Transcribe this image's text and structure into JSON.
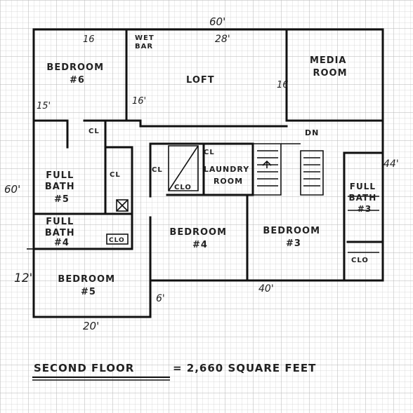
{
  "colors": {
    "grid": "#c9c9c9",
    "ink": "#111111",
    "paper": "#ffffff"
  },
  "dims": {
    "top_60": "60'",
    "top_28": "28'",
    "top_16": "16",
    "left_15": "15'",
    "loft_16": "16'",
    "media_16": "16",
    "left_60": "60'",
    "right_44": "44'",
    "left_12": "12'",
    "mid_6": "6'",
    "bot_40": "40'",
    "bot_20": "20'"
  },
  "rooms": {
    "bedroom6": [
      "BEDROOM",
      "#6"
    ],
    "wetbar": [
      "WET",
      "BAR"
    ],
    "loft": "LOFT",
    "media": [
      "MEDIA",
      "ROOM"
    ],
    "dn": "DN",
    "cl1": "CL",
    "cl2": "CL",
    "cl3": "CL",
    "cl4": "CL",
    "clo1": "CLO",
    "clo2": "CLO",
    "clo3": "CLO",
    "laundry": [
      "LAUNDRY",
      "ROOM"
    ],
    "fullbath5": [
      "FULL",
      "BATH",
      "#5"
    ],
    "fullbath4": [
      "FULL",
      "BATH",
      "#4"
    ],
    "fullbath3": [
      "FULL",
      "BATH",
      "#3"
    ],
    "bedroom4": [
      "BEDROOM",
      "#4"
    ],
    "bedroom3": [
      "BEDROOM",
      "#3"
    ],
    "bedroom5": [
      "BEDROOM",
      "#5"
    ]
  },
  "caption": {
    "floor": "SECOND FLOOR",
    "rest": "= 2,660 SQUARE FEET"
  }
}
